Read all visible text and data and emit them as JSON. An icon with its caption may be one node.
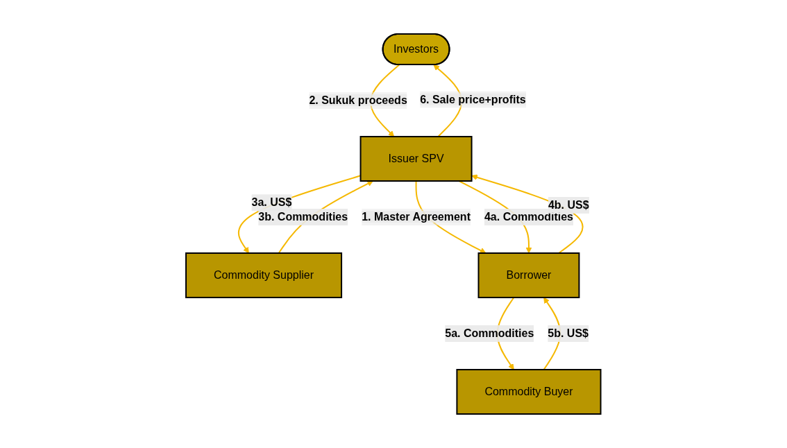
{
  "diagram": {
    "nodes": [
      {
        "text": [
          "Investors"
        ]
      },
      {
        "text": [
          "Issuer SPV"
        ]
      },
      {
        "text": [
          "Commodity Supplier"
        ]
      },
      {
        "text": [
          "Borrower"
        ]
      },
      {
        "text": [
          "Commodity Buyer"
        ]
      }
    ],
    "edges": [
      {
        "from": 1,
        "to": 3,
        "arrow": "to",
        "label": "1. Master Agreement"
      },
      {
        "from": 0,
        "to": 1,
        "arrow": "to",
        "label": "2. Sukuk proceeds"
      },
      {
        "from": 1,
        "to": 2,
        "arrow": "to",
        "label": "3a. US$"
      },
      {
        "from": 2,
        "to": 1,
        "arrow": "to",
        "label": "3b. Commodities"
      },
      {
        "from": 1,
        "to": 3,
        "arrow": "to",
        "label": "4a. Commodities"
      },
      {
        "from": 3,
        "to": 1,
        "arrow": "to",
        "label": "4b. US$"
      },
      {
        "from": 3,
        "to": 4,
        "arrow": "to",
        "label": "5a. Commodities"
      },
      {
        "from": 4,
        "to": 3,
        "arrow": "to",
        "label": "5b. US$"
      },
      {
        "from": 1,
        "to": 0,
        "arrow": "to",
        "label": "6. Sale price+profits"
      }
    ]
  }
}
